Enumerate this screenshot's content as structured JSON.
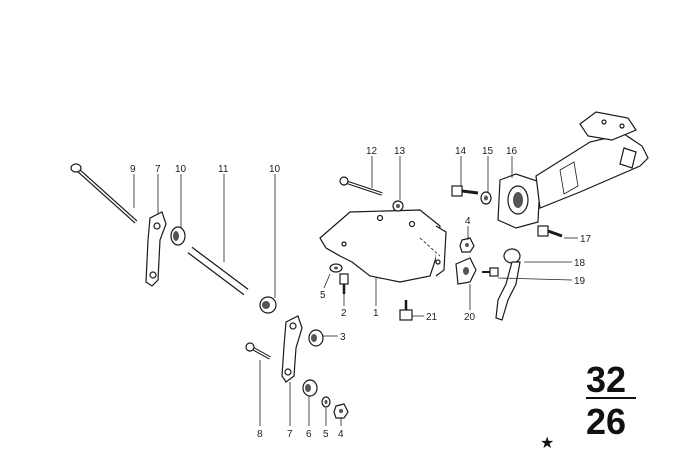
{
  "diagram": {
    "labels": {
      "p1": "1",
      "p2": "2",
      "p3": "3",
      "p4a": "4",
      "p4b": "4",
      "p5a": "5",
      "p5b": "5",
      "p6": "6",
      "p7a": "7",
      "p7b": "7",
      "p8": "8",
      "p9": "9",
      "p10a": "10",
      "p10b": "10",
      "p11": "11",
      "p12": "12",
      "p13": "13",
      "p14": "14",
      "p15": "15",
      "p16": "16",
      "p17": "17",
      "p18": "18",
      "p19": "19",
      "p20": "20",
      "p21": "21"
    },
    "group_number_top": "32",
    "group_number_bottom": "26",
    "star_mark": "★"
  }
}
